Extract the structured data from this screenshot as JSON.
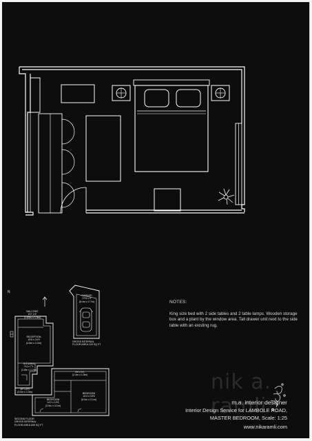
{
  "notes": {
    "title": "NOTES:",
    "body": "King size bed with 2 side tables and 2 table lamps. Wooden storage box and a plant by the window area. Tall drawer unit next to the side table with an existing rug."
  },
  "watermark": "nik a. ramli",
  "footer": {
    "designer": "m.a. interior designer",
    "service": "Interior Design Service for LAMBOLE ROAD,",
    "room": "MASTER BEDROOM, Scale: 1:25",
    "website": "www.nikaramli.com"
  },
  "key_plan": {
    "north": "N",
    "balcony": [
      "BALCONY",
      "6'0\" x 6'",
      "(1.83m x 1.8m)"
    ],
    "reception": [
      "RECEPTION",
      "15'6 x 10'9",
      "(4.8m x 3.3m)"
    ],
    "kitchen": [
      "KITCHEN",
      "9'4 x 7'1",
      "(2.8m x 2.2m)"
    ],
    "landing": [
      "8'0 x 6'1",
      "(2.4m x 1.8m)"
    ],
    "hall": [
      "10\" x 6'2",
      "(3.0m x 1.9m)"
    ],
    "bedroom_small": [
      "BEDROOM",
      "11'2 x 10'6",
      "(3.5m x 3.1m)"
    ],
    "bedroom_main": [
      "BEDROOM",
      "16'4 x 10'6",
      "(5.0m x 3.1m)"
    ],
    "second_floor": [
      "SECOND FLOOR",
      "GROSS INTERNAL",
      "FLOOR AREA 535 SQ FT"
    ],
    "garage": [
      "GARAGE",
      "27'6 x 9'",
      "(8.4m x 2.7m)"
    ],
    "garage_area": [
      "GROSS INTERNAL",
      "FLOOR AREA 109 SQ FT"
    ]
  },
  "colors": {
    "sheet": "#0d0d0d",
    "line": "#ffffff",
    "page": "#f4f4f2"
  }
}
